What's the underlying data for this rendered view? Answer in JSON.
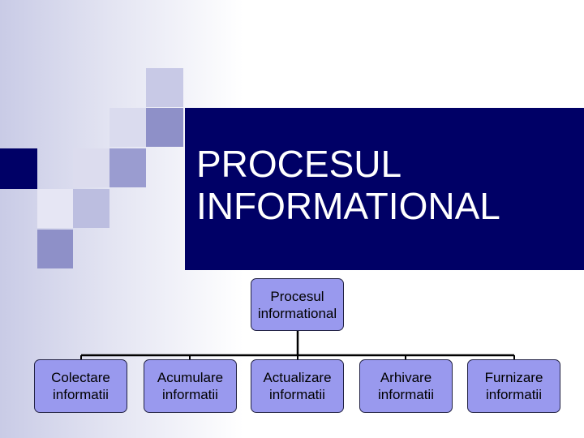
{
  "slide": {
    "title_line1": "PROCESUL",
    "title_line2": "INFORMATIONAL"
  },
  "diagram": {
    "root": {
      "line1": "Procesul",
      "line2": "informational"
    },
    "children": [
      {
        "line1": "Colectare",
        "line2": "informatii"
      },
      {
        "line1": "Acumulare",
        "line2": "informatii"
      },
      {
        "line1": "Actualizare",
        "line2": "informatii"
      },
      {
        "line1": "Arhivare",
        "line2": "informatii"
      },
      {
        "line1": "Furnizare",
        "line2": "informatii"
      }
    ]
  },
  "colors": {
    "band": "#000066",
    "node_fill": "#9999ee",
    "node_border": "#222244"
  }
}
